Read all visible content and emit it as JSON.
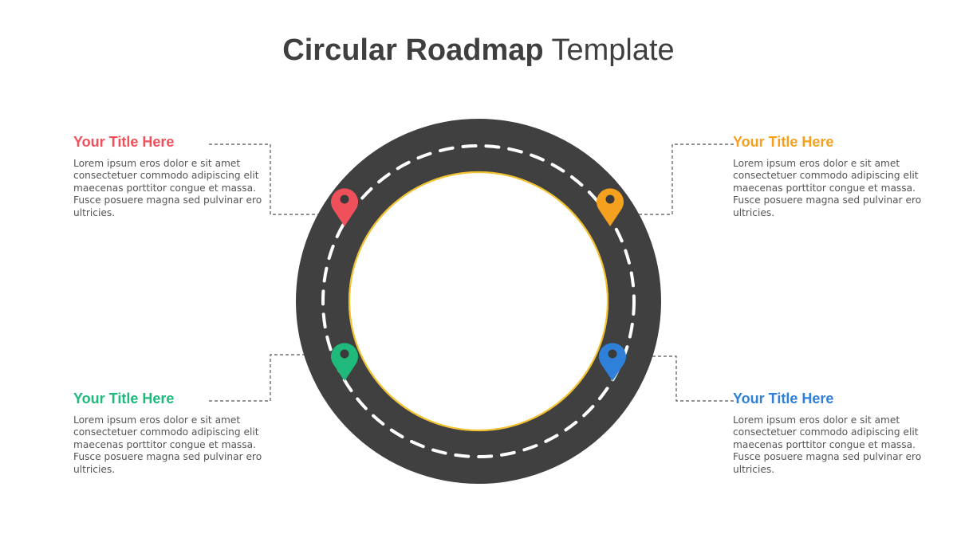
{
  "title": {
    "bold_part": "Circular Roadmap",
    "light_part": "Template"
  },
  "milestones": [
    {
      "title": "Your Title Here",
      "text": "Lorem ipsum eros dolor e sit amet consectetuer commodo adipiscing elit maecenas porttitor congue et massa. Fusce posuere magna sed pulvinar ero ultricies.",
      "color": "#f0505a"
    },
    {
      "title": "Your Title Here",
      "text": "Lorem ipsum eros dolor e sit amet consectetuer commodo adipiscing elit maecenas porttitor congue et massa. Fusce posuere magna sed pulvinar ero ultricies.",
      "color": "#f5a01e"
    },
    {
      "title": "Your Title Here",
      "text": "Lorem ipsum eros dolor e sit amet consectetuer commodo adipiscing elit maecenas porttitor congue et massa. Fusce posuere magna sed pulvinar ero ultricies.",
      "color": "#1fb97b"
    },
    {
      "title": "Your Title Here",
      "text": "Lorem ipsum eros dolor e sit amet consectetuer commodo adipiscing elit maecenas porttitor congue et massa. Fusce posuere magna sed pulvinar ero ultricies.",
      "color": "#2f80d8"
    }
  ],
  "road": {
    "asphalt_color": "#404040",
    "lane_color": "#ffffff",
    "edge_line_color": "#f2c12e",
    "connector_color": "#555555"
  }
}
